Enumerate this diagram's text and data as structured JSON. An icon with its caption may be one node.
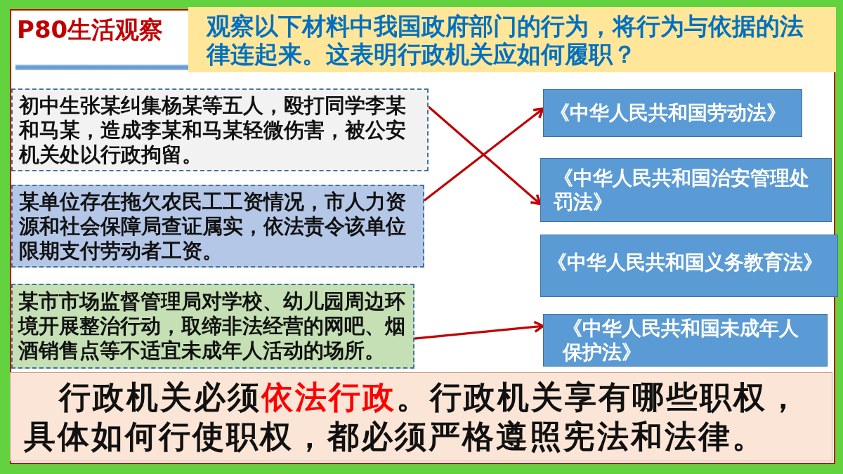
{
  "diagram": {
    "title": "P80生活观察",
    "nodes": [
      {
        "text": [
          "观察以下材料中我国政府部门的行为，将行为与依据的法律连起来。这表明行政机关应如何履职？"
        ]
      },
      {
        "text": [
          "初中生张某纠集杨某等五人，殴打同学李某和马某，造成李某和马某轻微伤害，被公安机关处以行政拘留。"
        ]
      },
      {
        "text": [
          "某单位存在拖欠农民工工资情况，市人力资源和社会保障局查证属实，依法责令该单位限期支付劳动者工资。"
        ]
      },
      {
        "text": [
          "某市市场监督管理局对学校、幼儿园周边环境开展整治行动，取缔非法经营的网吧、烟酒销售点等不适宜未成年人活动的场所。"
        ]
      },
      {
        "text": [
          "《中华人民共和国劳动法》"
        ]
      },
      {
        "text": [
          "《中华人民共和国治安管理处罚法》"
        ]
      },
      {
        "text": [
          "《中华人民共和国义务教育法》"
        ]
      },
      {
        "text": [
          "《中华人民共和国未成年人保护法》"
        ]
      },
      {
        "text": [
          "行政机关必须**依法行政**。行政机关享有哪些职权，具体如何行使职权，都必须严格遵照宪法和法律。"
        ]
      }
    ],
    "edges": [
      {
        "from": 1,
        "to": 5,
        "arrow": "to"
      },
      {
        "from": 2,
        "to": 4,
        "arrow": "to"
      },
      {
        "from": 3,
        "to": 7,
        "arrow": "to"
      }
    ]
  }
}
